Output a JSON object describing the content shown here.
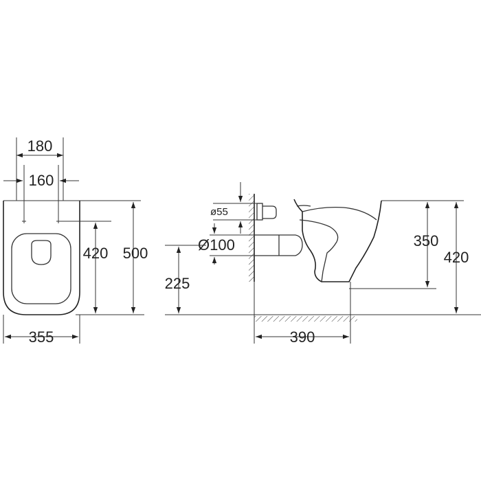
{
  "front_view": {
    "width_top_outer": "180",
    "width_top_inner": "160",
    "height_total": "500",
    "height_to_mount": "420",
    "width_total": "355"
  },
  "side_view": {
    "diameter_inlet": "ø55",
    "diameter_outlet": "Ø100",
    "outlet_height": "225",
    "depth": "390",
    "height_to_rim_low": "350",
    "height_to_rim": "420"
  }
}
